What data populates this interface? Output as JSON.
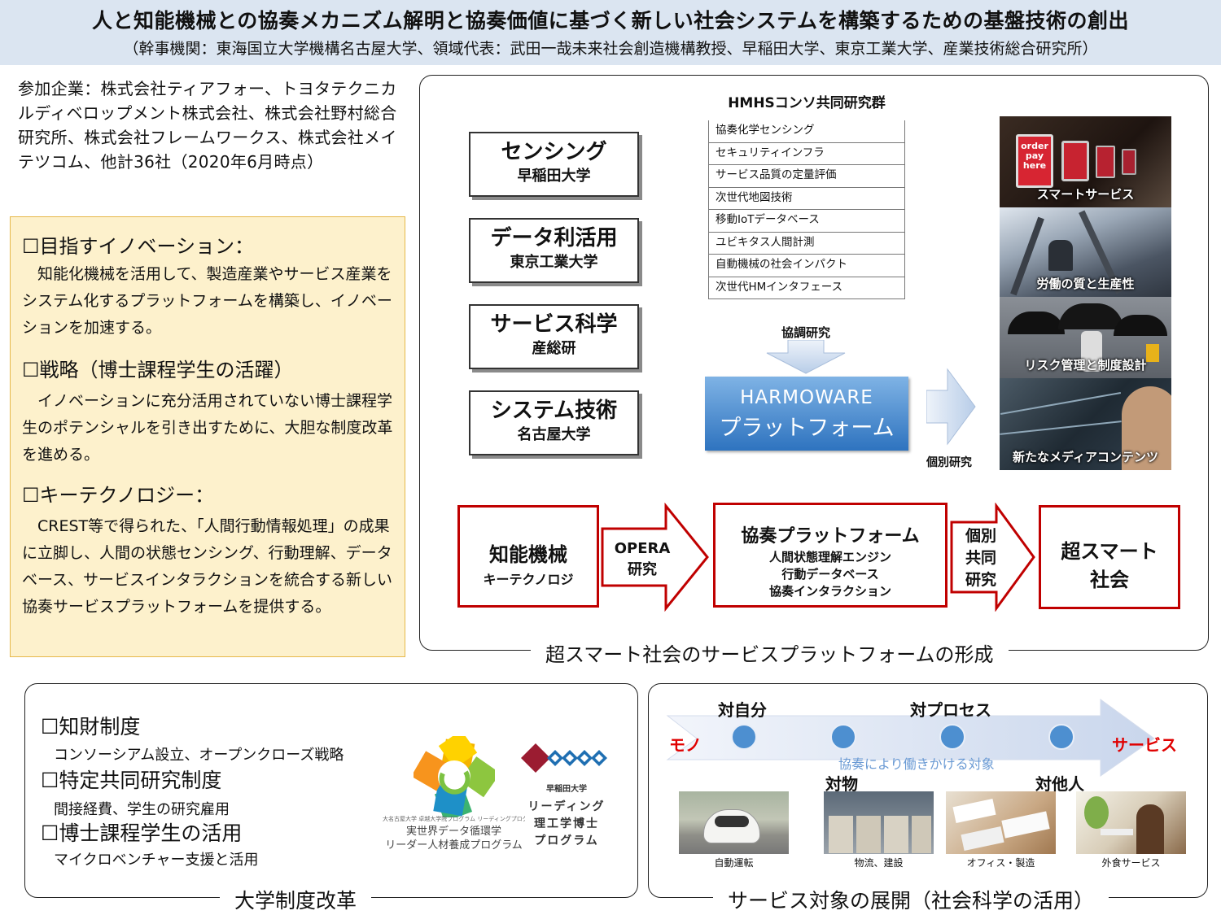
{
  "header": {
    "title": "人と知能機械との協奏メカニズム解明と協奏価値に基づく新しい社会システムを構築するための基盤技術の創出",
    "subtitle": "（幹事機関：東海国立大学機構名古屋大学、領域代表：武田一哉未来社会創造機構教授、早稲田大学、東京工業大学、産業技術総合研究所）"
  },
  "participants": {
    "text": "参加企業：株式会社ティアフォー、トヨタテクニカルディベロップメント株式会社、株式会社野村総合研究所、株式会社フレームワークス、株式会社メイテツコム、他計36社（2020年6月時点）"
  },
  "innovation": {
    "h1": "☐目指すイノベーション：",
    "b1": "　知能化機械を活用して、製造産業やサービス産業をシステム化するプラットフォームを構築し、イノベーションを加速する。",
    "h2": "☐戦略（博士課程学生の活躍）",
    "b2": "　イノベーションに充分活用されていない博士課程学生のポテンシャルを引き出すために、大胆な制度改革を進める。",
    "h3": "☐キーテクノロジー：",
    "b3": "　CREST等で得られた、「人間行動情報処理」の成果に立脚し、人間の状態センシング、行動理解、データベース、サービスインタラクションを統合する新しい協奏サービスプラットフォームを提供する。"
  },
  "platform": {
    "caption": "超スマート社会のサービスプラットフォームの形成",
    "left_boxes": [
      {
        "main": "センシング",
        "sub": "早稲田大学"
      },
      {
        "main": "データ利活用",
        "sub": "東京工業大学"
      },
      {
        "main": "サービス科学",
        "sub": "産総研"
      },
      {
        "main": "システム技術",
        "sub": "名古屋大学"
      }
    ],
    "hmhs_title": "HMHSコンソ共同研究群",
    "hmhs_items": [
      "協奏化学センシング",
      "セキュリティインフラ",
      "サービス品質の定量評価",
      "次世代地図技術",
      "移動IoTデータベース",
      "ユビキタス人間計測",
      "自動機械の社会インパクト",
      "次世代HMインタフェース"
    ],
    "coop_label": "協調研究",
    "harmoware_line1": "HARMOWARE",
    "harmoware_line2": "プラットフォーム",
    "individual_label": "個別研究",
    "photos": [
      "スマートサービス",
      "労働の質と生産性",
      "リスク管理と制度設計",
      "新たなメディアコンテンツ"
    ],
    "photo_sign": "order\npay\nhere",
    "flow": {
      "box1_main": "知能機械",
      "box1_sub": "キーテクノロジ",
      "arrow1_l1": "OPERA",
      "arrow1_l2": "研究",
      "box2_main": "協奏プラットフォーム",
      "box2_items": [
        "人間状態理解エンジン",
        "行動データベース",
        "協奏インタラクション"
      ],
      "arrow2_l1": "個別",
      "arrow2_l2": "共同",
      "arrow2_l3": "研究",
      "box3_l1": "超スマート",
      "box3_l2": "社会"
    }
  },
  "reform": {
    "caption": "大学制度改革",
    "items": [
      {
        "head": "☐知財制度",
        "body": "コンソーシアム設立、オープンクローズ戦略"
      },
      {
        "head": "☐特定共同研究制度",
        "body": "間接経費、学生の研究雇用"
      },
      {
        "head": "☐博士課程学生の活用",
        "body": "マイクロベンチャー支援と活用"
      }
    ],
    "logo1_small": "大名古屋大学 卓越大学院プログラム リーディングプログラム",
    "logo1_l1": "実世界データ循環学",
    "logo1_l2": "リーダー人材養成プログラム",
    "logo2_univ": "早稲田大学",
    "logo2_l1": "リーディング",
    "logo2_l2": "理工学博士",
    "logo2_l3": "プログラム"
  },
  "service": {
    "caption": "サービス対象の展開（社会科学の活用）",
    "mono": "モノ",
    "service": "サービス",
    "arrow_label": "協奏により働きかける対象",
    "self": "対自分",
    "process": "対プロセス",
    "object": "対物",
    "others": "対他人",
    "photos": [
      "自動運転",
      "物流、建設",
      "オフィス・製造",
      "外食サービス"
    ]
  },
  "colors": {
    "header_bg": "#dbe5f1",
    "yellow_bg": "#fdf1cc",
    "red": "#c00000",
    "blue": "#4d8fd0"
  }
}
